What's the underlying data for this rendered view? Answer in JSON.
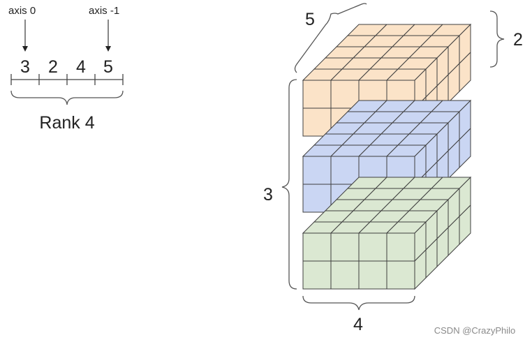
{
  "axis_labels": {
    "first": "axis 0",
    "last": "axis -1"
  },
  "shape_values": [
    "3",
    "2",
    "4",
    "5"
  ],
  "rank_label": "Rank 4",
  "dimensions": {
    "depth": "5",
    "height": "2",
    "stack": "3",
    "width": "4"
  },
  "colors": {
    "top_block": "#fbe3c8",
    "middle_block": "#cad6f3",
    "bottom_block": "#dbe8d2",
    "line": "#3f3f3f"
  },
  "watermark": "CSDN @CrazyPhilo"
}
